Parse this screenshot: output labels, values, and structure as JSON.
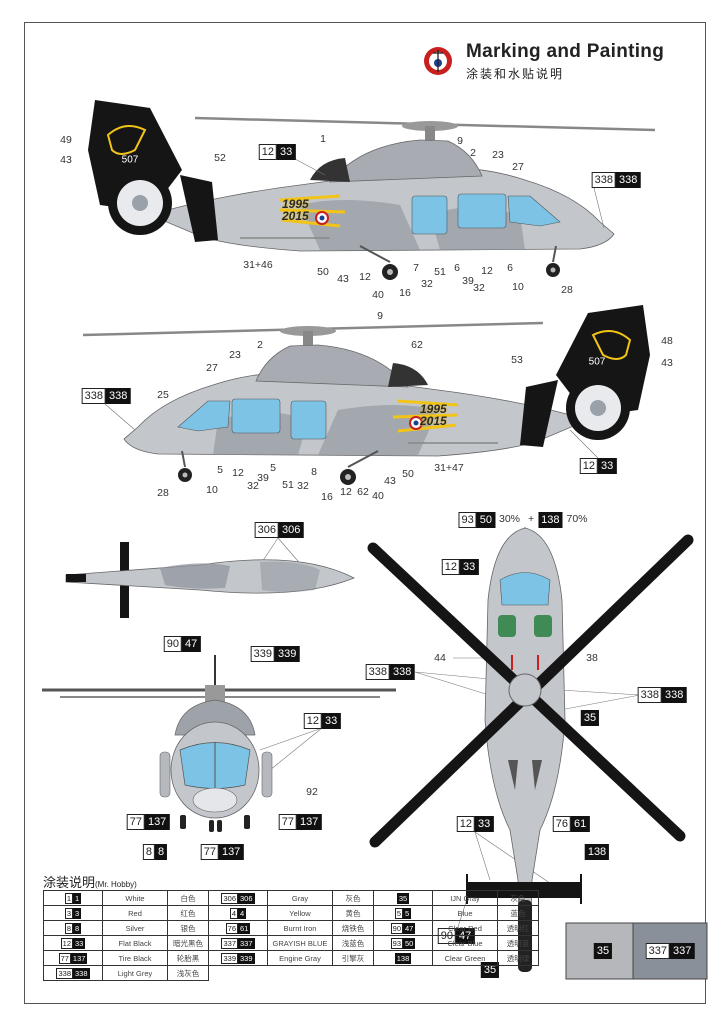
{
  "header": {
    "title": "Marking and Painting",
    "subtitle": "涂装和水贴说明",
    "logo_icon": "roundel-icon"
  },
  "colors": {
    "camo_light": "#c3c6cb",
    "camo_dark": "#8e939b",
    "tail_black": "#151515",
    "marking_yellow": "#f2c418",
    "glass_blue": "#7cc3e6",
    "roundel_red": "#c8201e",
    "roundel_blue": "#1d3f8f"
  },
  "side_view_left": {
    "tail_number": "507",
    "anniversary": [
      "1995",
      "2015"
    ],
    "numbers": [
      "49",
      "43",
      "52",
      "1",
      "9",
      "2",
      "23",
      "27",
      "31+46",
      "50",
      "43",
      "12",
      "40",
      "16",
      "7",
      "32",
      "51",
      "6",
      "39",
      "12",
      "32",
      "6",
      "10",
      "28"
    ],
    "codes": [
      {
        "w": "12",
        "b": "33"
      },
      {
        "w": "338",
        "b": "338"
      }
    ]
  },
  "side_view_right": {
    "tail_number": "507",
    "anniversary": [
      "1995",
      "2015"
    ],
    "numbers": [
      "9",
      "62",
      "2",
      "23",
      "27",
      "53",
      "48",
      "43",
      "25",
      "28",
      "10",
      "5",
      "12",
      "32",
      "39",
      "5",
      "51",
      "32",
      "8",
      "16",
      "12",
      "62",
      "40",
      "43",
      "50",
      "31+47"
    ],
    "codes": [
      {
        "w": "338",
        "b": "338"
      },
      {
        "w": "12",
        "b": "33"
      }
    ]
  },
  "bottom_view": {
    "codes": [
      {
        "w": "306",
        "b": "306"
      }
    ]
  },
  "front_view": {
    "numbers": [
      "92"
    ],
    "codes": [
      {
        "w": "90",
        "b": "47"
      },
      {
        "w": "339",
        "b": "339"
      },
      {
        "w": "12",
        "b": "33"
      },
      {
        "w": "77",
        "b": "137"
      },
      {
        "w": "77",
        "b": "137"
      },
      {
        "w": "8",
        "b": "8"
      },
      {
        "w": "77",
        "b": "137"
      }
    ]
  },
  "top_view": {
    "mix": {
      "w": "93",
      "b": "50",
      "p1": "30%",
      "plus": "+",
      "b2": "138",
      "p2": "70%"
    },
    "numbers": [
      "44",
      "38"
    ],
    "codes": [
      {
        "w": "12",
        "b": "33"
      },
      {
        "w": "338",
        "b": "338"
      },
      {
        "w": "338",
        "b": "338"
      },
      {
        "w": "",
        "b": "35"
      },
      {
        "w": "12",
        "b": "33"
      },
      {
        "w": "76",
        "b": "61"
      },
      {
        "w": "",
        "b": "138"
      },
      {
        "w": "90",
        "b": "47"
      },
      {
        "w": "",
        "b": "35"
      }
    ],
    "swatches": [
      {
        "b": "35",
        "color": "#b6b7bb"
      },
      {
        "w": "337",
        "b": "337",
        "color": "#8a9099"
      }
    ]
  },
  "legend": {
    "title": "涂装说明",
    "brand": "(Mr. Hobby)",
    "rows": [
      [
        {
          "w": "1",
          "b": "1",
          "en": "White",
          "zh": "白色"
        },
        {
          "w": "306",
          "b": "306",
          "en": "Gray",
          "zh": "灰色"
        },
        {
          "w": "",
          "b": "35",
          "en": "IJN Gray",
          "zh": "灰色"
        }
      ],
      [
        {
          "w": "3",
          "b": "3",
          "en": "Red",
          "zh": "红色"
        },
        {
          "w": "4",
          "b": "4",
          "en": "Yellow",
          "zh": "黄色"
        },
        {
          "w": "5",
          "b": "5",
          "en": "Blue",
          "zh": "蓝色"
        }
      ],
      [
        {
          "w": "8",
          "b": "8",
          "en": "Silver",
          "zh": "银色"
        },
        {
          "w": "76",
          "b": "61",
          "en": "Burnt Iron",
          "zh": "烧铁色"
        },
        {
          "w": "90",
          "b": "47",
          "en": "Clear Red",
          "zh": "透明红"
        }
      ],
      [
        {
          "w": "12",
          "b": "33",
          "en": "Flat Black",
          "zh": "暗光黑色"
        },
        {
          "w": "337",
          "b": "337",
          "en": "GRAYISH BLUE",
          "zh": "浅蓝色"
        },
        {
          "w": "93",
          "b": "50",
          "en": "Clear Blue",
          "zh": "透明蓝"
        }
      ],
      [
        {
          "w": "77",
          "b": "137",
          "en": "Tire Black",
          "zh": "轮胎黑"
        },
        {
          "w": "339",
          "b": "339",
          "en": "Engine Gray",
          "zh": "引擎灰"
        },
        {
          "w": "",
          "b": "138",
          "en": "Clear Green",
          "zh": "透明绿"
        }
      ],
      [
        {
          "w": "338",
          "b": "338",
          "en": "Light Grey",
          "zh": "浅灰色"
        }
      ]
    ]
  }
}
